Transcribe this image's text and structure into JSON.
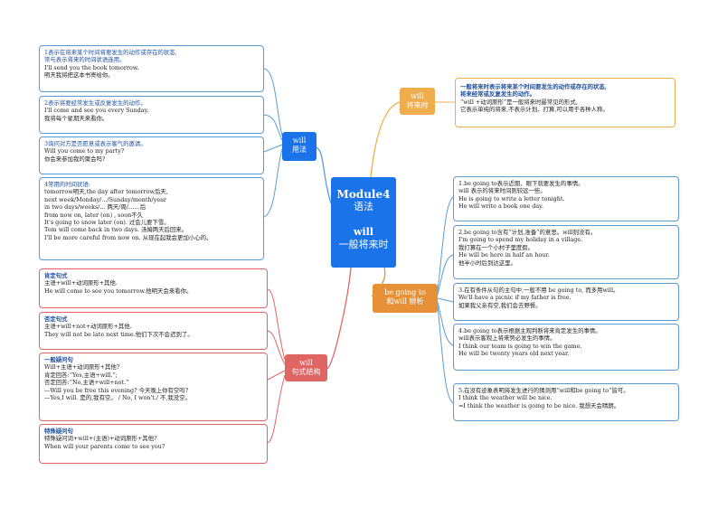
{
  "center": {
    "title": "Module4",
    "subtitle": "语法",
    "topic": "will",
    "topic_cn": "一般将来时"
  },
  "branches": {
    "usage": {
      "line1": "will",
      "line2": "用法"
    },
    "structure": {
      "line1": "will",
      "line2": "句式结构"
    },
    "future": {
      "line1": "will",
      "line2": "将来时"
    },
    "going_to": {
      "line1": "be going to",
      "line2": "和will 辨析"
    }
  },
  "usage_boxes": [
    {
      "lines": [
        "1表示在将来某个时间将要发生的动作或存在的状态,",
        "常与表示将来的时间状语连用。",
        "I'll send you the book tomorrow.",
        "明天我将把这本书寄给你。"
      ]
    },
    {
      "lines": [
        "2表示将要经常发生或反复发生的动作。",
        "I'll come and see you every Sunday.",
        "我将每个星期天来看你。"
      ]
    },
    {
      "lines": [
        "3询问对方是否愿意或表示客气的邀请。",
        "Will you come to my party?",
        "你会来参加我的聚会吗?"
      ]
    },
    {
      "lines": [
        "4常用的时间状语:",
        "tomorrow明天,the day after tomorrow后天,",
        "next week/Monday/.../Sunday/month/year",
        "in two days/weeks/... 两天/周/……后",
        "from now on, later (on) , soon不久",
        "It's going to snow later (on). 过会儿要下雪。",
        "Tom will come back in two days. 汤姆两天后回来。",
        "I'll be more careful from now on. 从现在起我会更加小心的。"
      ]
    }
  ],
  "structure_boxes": [
    {
      "title": "肯定句式",
      "lines": [
        "主语+will+动词原形+其他.",
        "He will come to see you tomorrow.他明天会来看你。"
      ]
    },
    {
      "title": "否定句式",
      "lines": [
        "主语+will+not+动词原形+其他.",
        "They will not be late next time.他们下次不会迟到了。"
      ]
    },
    {
      "title": "一般疑问句",
      "lines": [
        "Will+主语+动词原形+其他?",
        "肯定回答:“Yes,主语+will.”;",
        "否定回答:“No,主语+will+not.”",
        "—Will you be free this evening? 今天晚上你有空吗?",
        "—Yes,I will. 是的,我有空。    / No, I won't./ 不,我没空。"
      ]
    },
    {
      "title": "特殊疑问句",
      "lines": [
        "特殊疑问词+will+(主语)+动词原形+其他?",
        "When will your parents come to see you?"
      ]
    }
  ],
  "future_box": {
    "lines": [
      "一般将来时表示将来某个时间要发生的动作或存在的状态,",
      "将来经常或反复发生的动作。",
      "“will +动词原形”是一般将来时最常见的形式,",
      "它表示单纯的将来,不表示计划、打算,可以用于各种人称。"
    ]
  },
  "going_to_boxes": [
    {
      "lines": [
        "1.be going to表示近期、眼下就要发生的事情。",
        "will 表示的将来时间则较远一些。",
        "He is going to write a letter tonight.",
        "He will write a book one day."
      ]
    },
    {
      "lines": [
        "2.be going to含有“计划,准备”的意思。will则没有。",
        "I'm going to spend my holiday in a village.",
        "我打算在一个小村子里度假。",
        "He will be here in half an hour.",
        "他半小时后到达这里。"
      ]
    },
    {
      "lines": [
        "3.在有条件从句的主句中,一般不用 be going to, 而多用will。",
        "We'll have a picnic if my father is free.",
        "如果我父亲有空,我们会去野餐。"
      ]
    },
    {
      "lines": [
        "4.be going to表示根据主观判断将来肯定发生的事情。",
        "  will表示客观上将来势必发生的事情。",
        "I think our team is going to win the game.",
        "He will be twenty years old next year."
      ]
    },
    {
      "lines": [
        "5.在没有迹象表明将发生进行的猜测用“will和be going to”皆可。",
        "I think the weather will be nice.",
        "=I think the weather is going to be nice.   我想天会晴朗。"
      ]
    }
  ],
  "colors": {
    "center": "#1a73e8",
    "usage": "#1a73e8",
    "structure": "#e06666",
    "future": "#f0ad4e",
    "going_to": "#e69138",
    "blue_line": "#5b9bd5",
    "red_line": "#e06666",
    "orange_line": "#f0ad4e"
  }
}
